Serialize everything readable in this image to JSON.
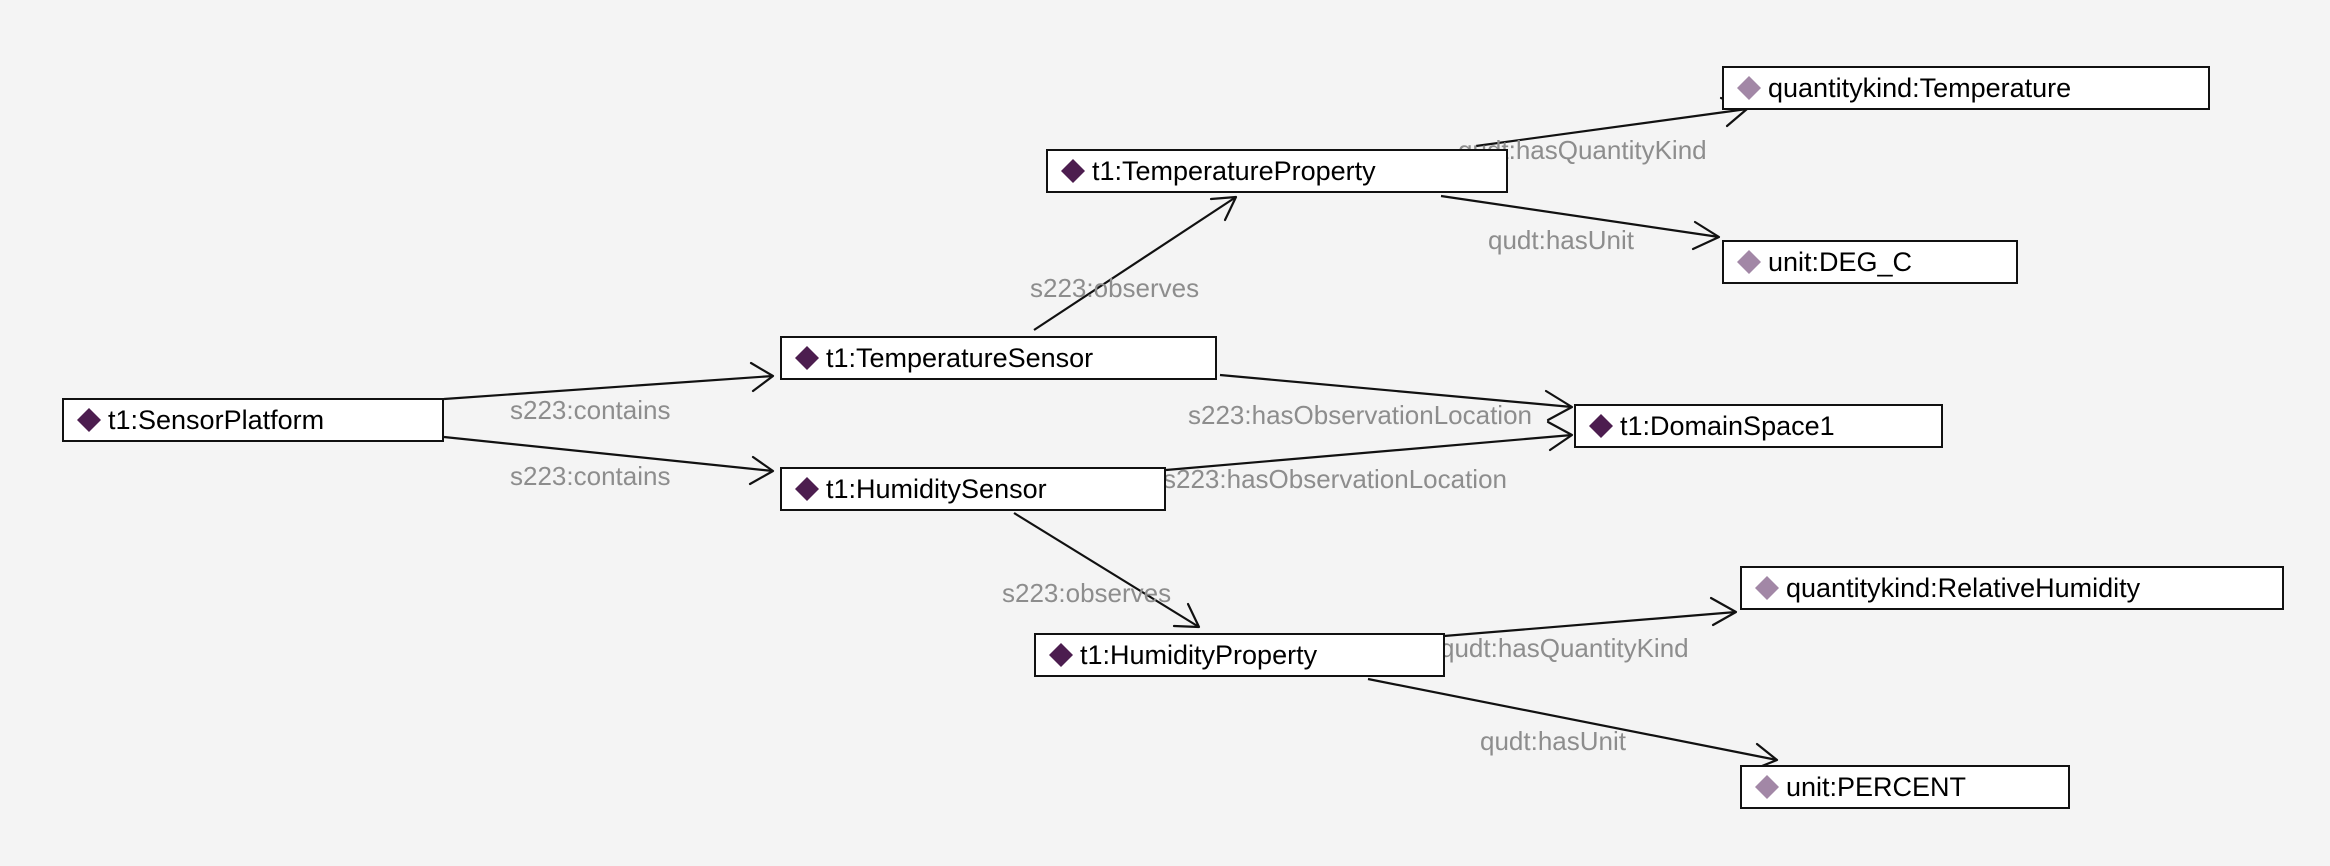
{
  "colors": {
    "individual_icon": "#4c1d4f",
    "external_icon": "#a287a6",
    "edge_label": "#8d8d8d",
    "background": "#f4f4f4"
  },
  "nodes": {
    "sensor_platform": "t1:SensorPlatform",
    "temperature_sensor": "t1:TemperatureSensor",
    "humidity_sensor": "t1:HumiditySensor",
    "temperature_property": "t1:TemperatureProperty",
    "humidity_property": "t1:HumidityProperty",
    "domain_space": "t1:DomainSpace1",
    "qk_temperature": "quantitykind:Temperature",
    "unit_degc": "unit:DEG_C",
    "qk_humidity": "quantitykind:RelativeHumidity",
    "unit_percent": "unit:PERCENT"
  },
  "edges": {
    "contains_temp": "s223:contains",
    "contains_hum": "s223:contains",
    "observes_temp": "s223:observes",
    "observes_hum": "s223:observes",
    "obsloc_temp": "s223:hasObservationLocation",
    "obsloc_hum": "s223:hasObservationLocation",
    "qk_temp": "qudt:hasQuantityKind",
    "unit_temp": "qudt:hasUnit",
    "qk_hum": "qudt:hasQuantityKind",
    "unit_hum": "qudt:hasUnit"
  },
  "icons": {
    "individual": "diamond-icon",
    "external": "diamond-icon"
  }
}
